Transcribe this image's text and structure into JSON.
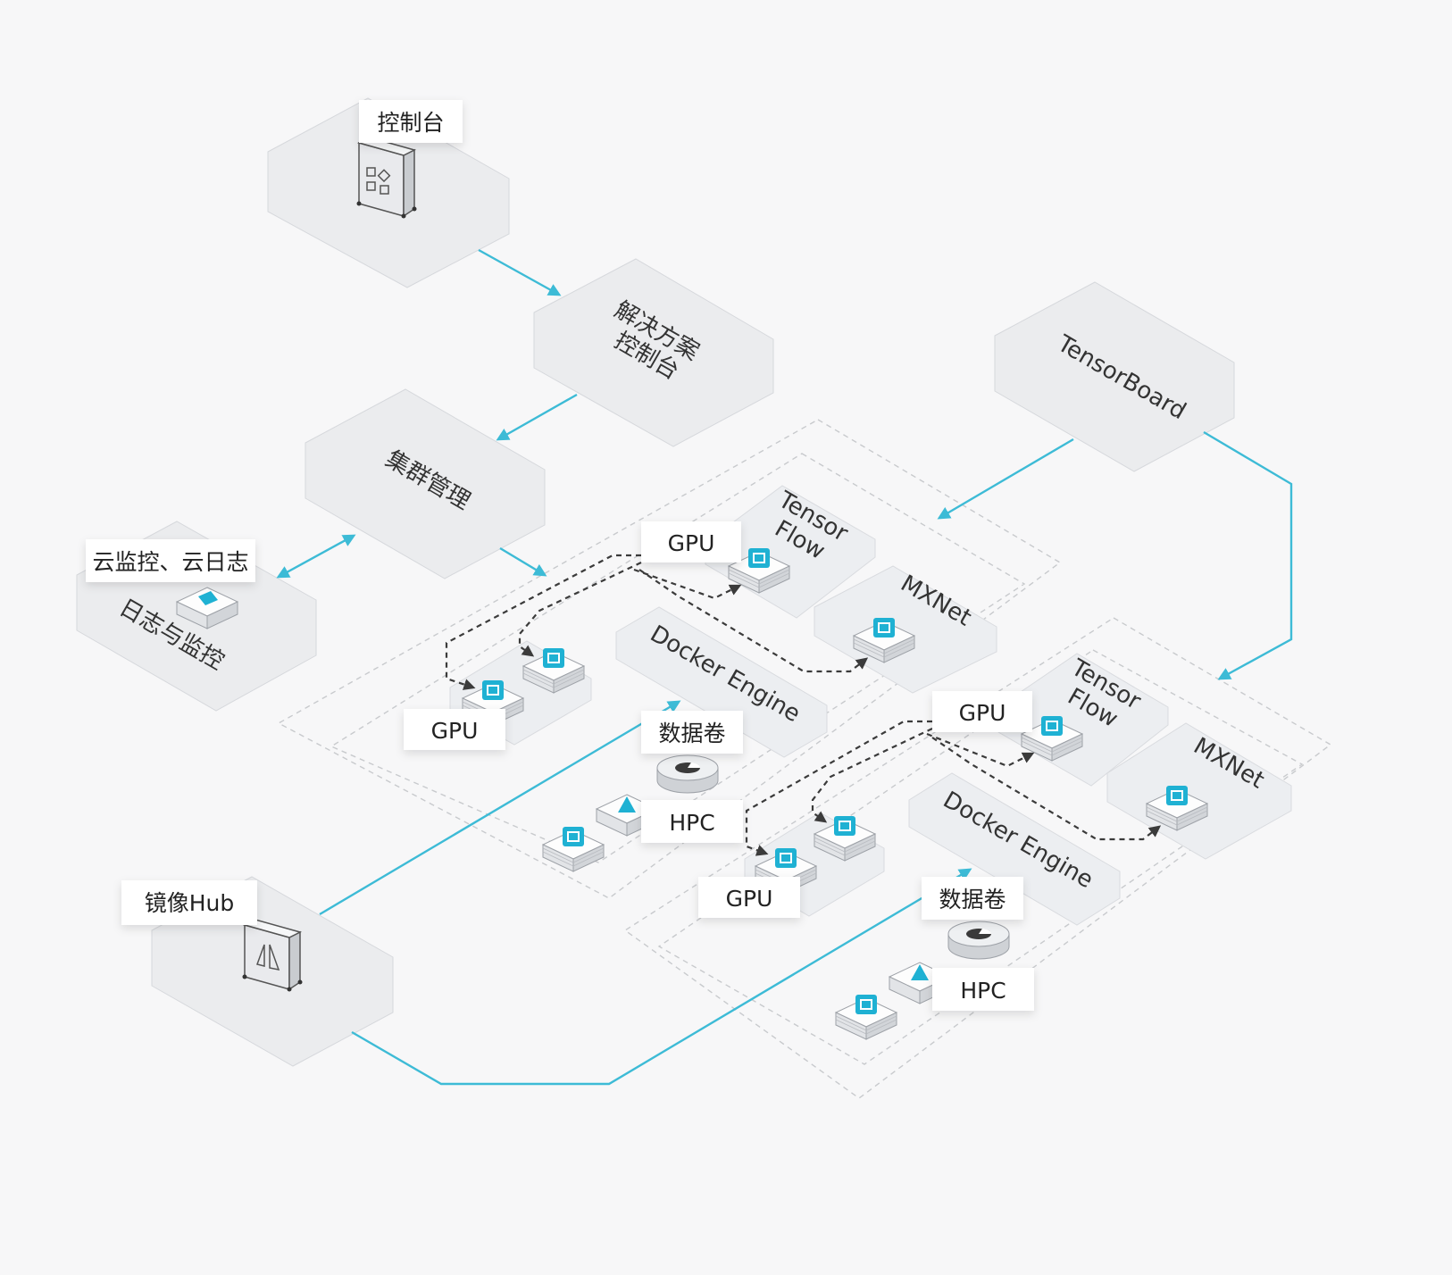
{
  "colors": {
    "accent": "#3dbbd6",
    "node_fill": "#ebecee",
    "dashed_line": "#3b3b3b"
  },
  "nodes": {
    "console": "控制台",
    "solution_line1": "解决方案",
    "solution_line2": "控制台",
    "cluster_mgmt": "集群管理",
    "monitor_label": "云监控、云日志",
    "log_monitor": "日志与监控",
    "tensorboard": "TensorBoard",
    "image_hub": "镜像Hub"
  },
  "clusters": [
    {
      "tensor_line1": "Tensor",
      "tensor_line2": "Flow",
      "mxnet": "MXNet",
      "docker_engine": "Docker Engine",
      "gpu_top": "GPU",
      "gpu_left": "GPU",
      "volume": "数据卷",
      "hpc": "HPC"
    },
    {
      "tensor_line1": "Tensor",
      "tensor_line2": "Flow",
      "mxnet": "MXNet",
      "docker_engine": "Docker Engine",
      "gpu_top": "GPU",
      "gpu_left": "GPU",
      "volume": "数据卷",
      "hpc": "HPC"
    }
  ],
  "icons": [
    "console-cabinet-icon",
    "monitor-cube-icon",
    "gpu-chip-icon",
    "disk-volume-icon",
    "hpc-cube-icon",
    "image-hub-cabinet-icon"
  ]
}
